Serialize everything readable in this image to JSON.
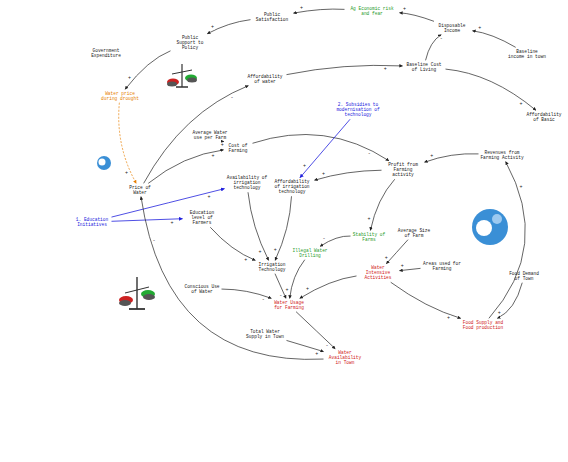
{
  "diagram": {
    "nodes": [
      {
        "text": [
          "Public Satisfaction"
        ]
      },
      {
        "text": [
          "Ag Economic risk and fear"
        ]
      },
      {
        "text": [
          "Disposable Income"
        ]
      },
      {
        "text": [
          "Baseline income in town"
        ]
      },
      {
        "text": [
          "Baseline Cost of Living"
        ]
      },
      {
        "text": [
          "Government Expenditure"
        ]
      },
      {
        "text": [
          "Public Support to Policy"
        ]
      },
      {
        "text": [
          "Water price during drought"
        ]
      },
      {
        "text": [
          "Affordability of water"
        ]
      },
      {
        "text": [
          "Affordability of Basic"
        ]
      },
      {
        "text": [
          "2. Subsidies to modernisation of technology"
        ]
      },
      {
        "text": [
          "Average Water use per Farm"
        ]
      },
      {
        "text": [
          "Cost of Farming"
        ]
      },
      {
        "text": [
          "Availability of irrigation technology"
        ]
      },
      {
        "text": [
          "Affordability of irrigation technology"
        ]
      },
      {
        "text": [
          "Profit from Farming activity"
        ]
      },
      {
        "text": [
          "Revenues from Farming Activity"
        ]
      },
      {
        "text": [
          "Price of Water"
        ]
      },
      {
        "text": [
          "1. Education Initiatives"
        ]
      },
      {
        "text": [
          "Education level of Farmers"
        ]
      },
      {
        "text": [
          "Average Size of Farm"
        ]
      },
      {
        "text": [
          "Stability of Farms"
        ]
      },
      {
        "text": [
          "Illegal Water Drilling"
        ]
      },
      {
        "text": [
          "Irrigation Technology"
        ]
      },
      {
        "text": [
          "Areas used for Farming"
        ]
      },
      {
        "text": [
          "Water Intensive Activities"
        ]
      },
      {
        "text": [
          "Food Demand of Town"
        ]
      },
      {
        "text": [
          "Conscious Use of Water"
        ]
      },
      {
        "text": [
          "Water Usage for Farming"
        ]
      },
      {
        "text": [
          "Food Supply and Food production"
        ]
      },
      {
        "text": [
          "Total Water Supply in Town"
        ]
      },
      {
        "text": [
          "Water Availability in Town"
        ]
      }
    ],
    "edges": [
      {
        "from": 1,
        "to": 0,
        "arrow": "to",
        "label": "+"
      },
      {
        "from": 2,
        "to": 1,
        "arrow": "to",
        "label": "+"
      },
      {
        "from": 3,
        "to": 2,
        "arrow": "to",
        "label": "+"
      },
      {
        "from": 4,
        "to": 2,
        "arrow": "to",
        "label": "-"
      },
      {
        "from": 0,
        "to": 6,
        "arrow": "to",
        "label": "+"
      },
      {
        "from": 6,
        "to": 7,
        "arrow": "to",
        "label": "+"
      },
      {
        "from": 7,
        "to": 17,
        "arrow": "to",
        "label": "+"
      },
      {
        "from": 17,
        "to": 8,
        "arrow": "to",
        "label": "-"
      },
      {
        "from": 8,
        "to": 4,
        "arrow": "to",
        "label": "+"
      },
      {
        "from": 4,
        "to": 9,
        "arrow": "to",
        "label": "+"
      },
      {
        "from": 17,
        "to": 12,
        "arrow": "to",
        "label": "+"
      },
      {
        "from": 11,
        "to": 12,
        "arrow": "to",
        "label": "+"
      },
      {
        "from": 12,
        "to": 15,
        "arrow": "to",
        "label": "-"
      },
      {
        "from": 16,
        "to": 15,
        "arrow": "to",
        "label": "+"
      },
      {
        "from": 15,
        "to": 14,
        "arrow": "to",
        "label": "+"
      },
      {
        "from": 10,
        "to": 14,
        "arrow": "to",
        "label": "+"
      },
      {
        "from": 18,
        "to": 13,
        "arrow": "to",
        "label": "+"
      },
      {
        "from": 18,
        "to": 19,
        "arrow": "to",
        "label": "+"
      },
      {
        "from": 13,
        "to": 23,
        "arrow": "to",
        "label": "+"
      },
      {
        "from": 14,
        "to": 23,
        "arrow": "to",
        "label": "+"
      },
      {
        "from": 19,
        "to": 23,
        "arrow": "to",
        "label": "+"
      },
      {
        "from": 23,
        "to": 28,
        "arrow": "to",
        "label": "-"
      },
      {
        "from": 27,
        "to": 28,
        "arrow": "to",
        "label": "-"
      },
      {
        "from": 15,
        "to": 21,
        "arrow": "to",
        "label": "+"
      },
      {
        "from": 21,
        "to": 22,
        "arrow": "to",
        "label": "-"
      },
      {
        "from": 22,
        "to": 28,
        "arrow": "to",
        "label": "+"
      },
      {
        "from": 20,
        "to": 25,
        "arrow": "to",
        "label": "+"
      },
      {
        "from": 24,
        "to": 25,
        "arrow": "to",
        "label": "+"
      },
      {
        "from": 25,
        "to": 28,
        "arrow": "to",
        "label": "+"
      },
      {
        "from": 25,
        "to": 29,
        "arrow": "to",
        "label": "+"
      },
      {
        "from": 26,
        "to": 29,
        "arrow": "to",
        "label": "+"
      },
      {
        "from": 29,
        "to": 16,
        "arrow": "to",
        "label": "+"
      },
      {
        "from": 28,
        "to": 31,
        "arrow": "to",
        "label": "-"
      },
      {
        "from": 30,
        "to": 31,
        "arrow": "to",
        "label": "+"
      },
      {
        "from": 31,
        "to": 17,
        "arrow": "to",
        "label": "-"
      }
    ]
  }
}
